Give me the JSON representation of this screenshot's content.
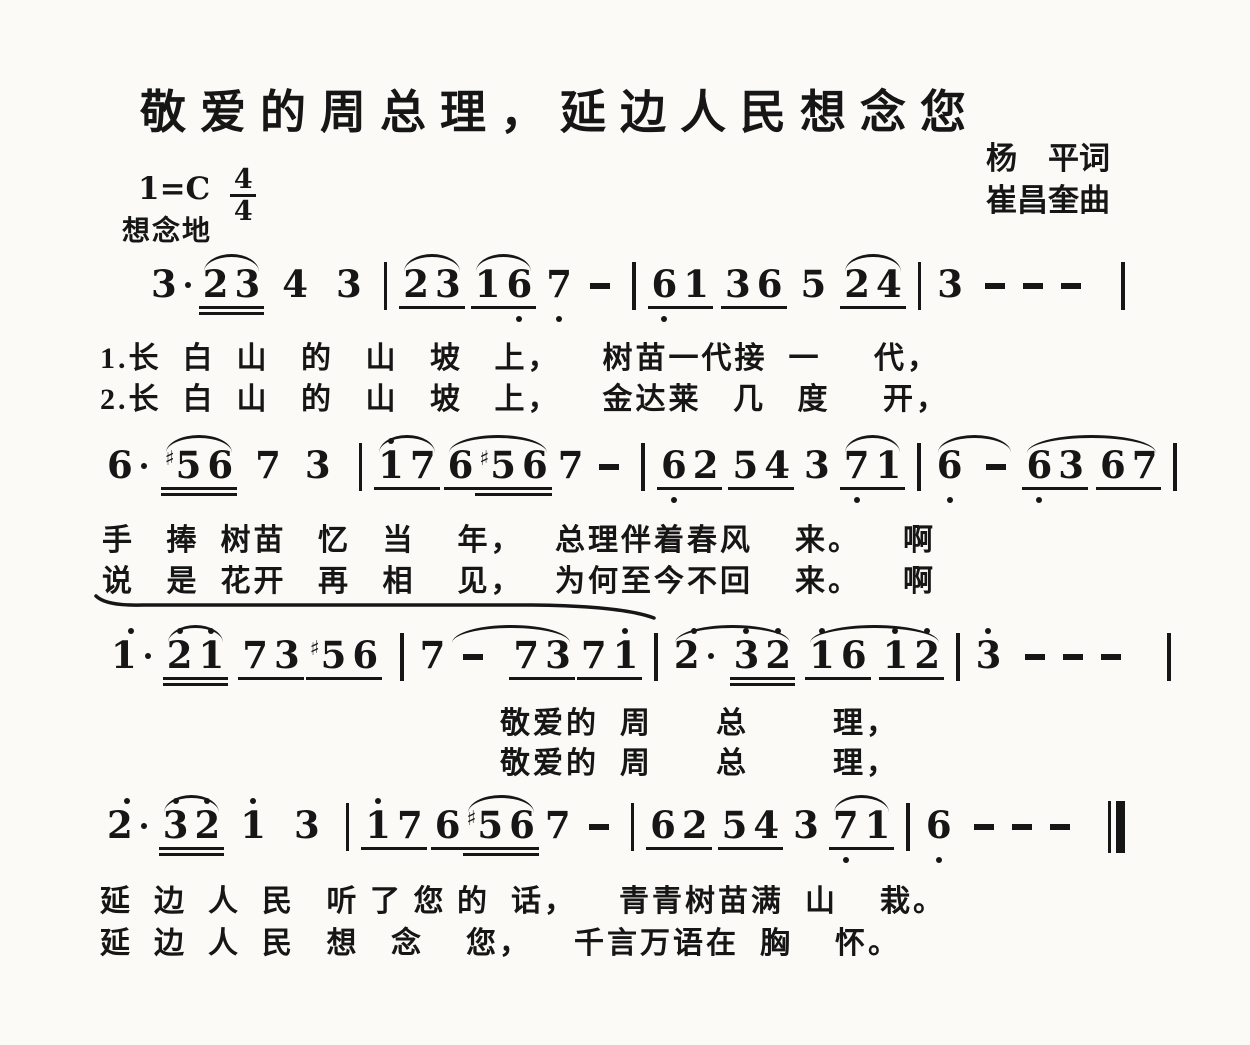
{
  "title": "敬爱的周总理，延边人民想念您",
  "credits": {
    "lyricist": "杨　平词",
    "composer": "崔昌奎曲"
  },
  "key_signature": {
    "tonic": "1=C",
    "meter_top": "4",
    "meter_bottom": "4"
  },
  "expression": "想念地",
  "music_lines": [
    [
      {
        "k": "n",
        "n": "3",
        "aug": 1
      },
      {
        "k": "sp",
        "w": 6
      },
      {
        "k": "s",
        "it": [
          {
            "k": "n",
            "n": "2",
            "u": 2,
            "j": 1
          },
          {
            "k": "n",
            "n": "3",
            "u": 2
          }
        ]
      },
      {
        "k": "sp",
        "w": 16
      },
      {
        "k": "n",
        "n": "4"
      },
      {
        "k": "sp",
        "w": 22
      },
      {
        "k": "n",
        "n": "3"
      },
      {
        "k": "sp",
        "w": 6
      },
      {
        "k": "b"
      },
      {
        "k": "s",
        "it": [
          {
            "k": "n",
            "n": "2",
            "u": 1,
            "j": 1
          },
          {
            "k": "n",
            "n": "3",
            "u": 1
          }
        ]
      },
      {
        "k": "sp",
        "w": 8
      },
      {
        "k": "s",
        "it": [
          {
            "k": "n",
            "n": "1",
            "u": 1,
            "j": 1
          },
          {
            "k": "n",
            "n": "6",
            "u": 1,
            "lo": 1
          }
        ]
      },
      {
        "k": "sp",
        "w": 8
      },
      {
        "k": "n",
        "n": "7",
        "lo": 1
      },
      {
        "k": "sp",
        "w": 6
      },
      {
        "k": "d"
      },
      {
        "k": "b"
      },
      {
        "k": "n",
        "n": "6",
        "u": 1,
        "lo": 1,
        "j": 1
      },
      {
        "k": "n",
        "n": "1",
        "u": 1
      },
      {
        "k": "sp",
        "w": 10
      },
      {
        "k": "n",
        "n": "3",
        "u": 1,
        "j": 1
      },
      {
        "k": "n",
        "n": "6",
        "u": 1
      },
      {
        "k": "sp",
        "w": 12
      },
      {
        "k": "n",
        "n": "5"
      },
      {
        "k": "sp",
        "w": 12
      },
      {
        "k": "s",
        "it": [
          {
            "k": "n",
            "n": "2",
            "u": 1,
            "j": 1
          },
          {
            "k": "n",
            "n": "4",
            "u": 1
          }
        ]
      },
      {
        "k": "b"
      },
      {
        "k": "n",
        "n": "3"
      },
      {
        "k": "sp",
        "w": 10
      },
      {
        "k": "d"
      },
      {
        "k": "d"
      },
      {
        "k": "d"
      },
      {
        "k": "sp",
        "w": 18
      },
      {
        "k": "b"
      }
    ],
    [
      {
        "k": "n",
        "n": "6",
        "aug": 1
      },
      {
        "k": "sp",
        "w": 12
      },
      {
        "k": "s",
        "it": [
          {
            "k": "n",
            "n": "5",
            "sh": 1,
            "u": 2,
            "j": 1
          },
          {
            "k": "n",
            "n": "6",
            "u": 2
          }
        ]
      },
      {
        "k": "sp",
        "w": 16
      },
      {
        "k": "n",
        "n": "7"
      },
      {
        "k": "sp",
        "w": 18
      },
      {
        "k": "n",
        "n": "3"
      },
      {
        "k": "sp",
        "w": 12
      },
      {
        "k": "b"
      },
      {
        "k": "s",
        "it": [
          {
            "k": "n",
            "n": "1",
            "hi": 1,
            "u": 1,
            "j": 1
          },
          {
            "k": "n",
            "n": "7",
            "u": 1
          }
        ]
      },
      {
        "k": "sp",
        "w": 6
      },
      {
        "k": "s",
        "it": [
          {
            "k": "n",
            "n": "6",
            "u": 1,
            "j": 1
          },
          {
            "k": "n",
            "n": "5",
            "sh": 1,
            "u": 2,
            "j": 1
          },
          {
            "k": "n",
            "n": "6",
            "u": 2
          }
        ]
      },
      {
        "k": "sp",
        "w": 4
      },
      {
        "k": "n",
        "n": "7"
      },
      {
        "k": "sp",
        "w": 4
      },
      {
        "k": "d"
      },
      {
        "k": "b"
      },
      {
        "k": "n",
        "n": "6",
        "u": 1,
        "lo": 1,
        "j": 1
      },
      {
        "k": "n",
        "n": "2",
        "u": 1
      },
      {
        "k": "sp",
        "w": 8
      },
      {
        "k": "n",
        "n": "5",
        "u": 1,
        "j": 1
      },
      {
        "k": "n",
        "n": "4",
        "u": 1
      },
      {
        "k": "sp",
        "w": 8
      },
      {
        "k": "n",
        "n": "3"
      },
      {
        "k": "sp",
        "w": 8
      },
      {
        "k": "s",
        "it": [
          {
            "k": "n",
            "n": "7",
            "u": 1,
            "lo": 1,
            "j": 1
          },
          {
            "k": "n",
            "n": "1",
            "u": 1
          }
        ]
      },
      {
        "k": "b"
      },
      {
        "k": "s",
        "it": [
          {
            "k": "n",
            "n": "6",
            "lo": 1
          },
          {
            "k": "sp",
            "w": 12
          },
          {
            "k": "d"
          }
        ]
      },
      {
        "k": "sp",
        "w": 8
      },
      {
        "k": "s",
        "it": [
          {
            "k": "n",
            "n": "6",
            "lo": 1,
            "u": 1,
            "j": 1
          },
          {
            "k": "n",
            "n": "3",
            "u": 1
          },
          {
            "k": "sp",
            "w": 10
          },
          {
            "k": "n",
            "n": "6",
            "u": 1,
            "j": 1
          },
          {
            "k": "n",
            "n": "7",
            "u": 1
          }
        ]
      },
      {
        "k": "b"
      }
    ],
    [
      {
        "k": "n",
        "n": "1",
        "hi": 1,
        "aug": 1
      },
      {
        "k": "sp",
        "w": 10
      },
      {
        "k": "s",
        "it": [
          {
            "k": "n",
            "n": "2",
            "hi": 1,
            "u": 2,
            "j": 1
          },
          {
            "k": "n",
            "n": "1",
            "hi": 1,
            "u": 2
          }
        ]
      },
      {
        "k": "sp",
        "w": 12
      },
      {
        "k": "n",
        "n": "7",
        "u": 1,
        "j": 1
      },
      {
        "k": "n",
        "n": "3",
        "u": 1
      },
      {
        "k": "sp",
        "w": 4
      },
      {
        "k": "n",
        "n": "5",
        "sh": 1,
        "u": 1,
        "j": 1
      },
      {
        "k": "n",
        "n": "6",
        "u": 1
      },
      {
        "k": "sp",
        "w": 6
      },
      {
        "k": "b"
      },
      {
        "k": "n",
        "n": "7"
      },
      {
        "k": "s",
        "it": [
          {
            "k": "sp",
            "w": 6
          },
          {
            "k": "d"
          },
          {
            "k": "sp",
            "w": 18
          },
          {
            "k": "n",
            "n": "7",
            "u": 1,
            "j": 1
          },
          {
            "k": "n",
            "n": "3",
            "u": 1
          }
        ]
      },
      {
        "k": "sp",
        "w": 4
      },
      {
        "k": "n",
        "n": "7",
        "u": 1,
        "j": 1
      },
      {
        "k": "n",
        "n": "1",
        "hi": 1,
        "u": 1
      },
      {
        "k": "b"
      },
      {
        "k": "s",
        "it": [
          {
            "k": "n",
            "n": "2",
            "hi": 1,
            "aug": 1
          },
          {
            "k": "sp",
            "w": 14
          },
          {
            "k": "n",
            "n": "3",
            "hi": 1,
            "u": 2,
            "j": 1
          },
          {
            "k": "n",
            "n": "2",
            "hi": 1,
            "u": 2
          }
        ]
      },
      {
        "k": "sp",
        "w": 12
      },
      {
        "k": "s",
        "it": [
          {
            "k": "n",
            "n": "1",
            "hi": 1,
            "u": 1,
            "j": 1
          },
          {
            "k": "n",
            "n": "6",
            "u": 1
          },
          {
            "k": "sp",
            "w": 10
          },
          {
            "k": "n",
            "n": "1",
            "hi": 1,
            "u": 1,
            "j": 1
          },
          {
            "k": "n",
            "n": "2",
            "hi": 1,
            "u": 1
          }
        ]
      },
      {
        "k": "b"
      },
      {
        "k": "n",
        "n": "3",
        "hi": 1
      },
      {
        "k": "sp",
        "w": 12
      },
      {
        "k": "d"
      },
      {
        "k": "d"
      },
      {
        "k": "d"
      },
      {
        "k": "sp",
        "w": 24
      },
      {
        "k": "b"
      }
    ],
    [
      {
        "k": "n",
        "n": "2",
        "hi": 1,
        "aug": 1
      },
      {
        "k": "sp",
        "w": 10
      },
      {
        "k": "s",
        "it": [
          {
            "k": "n",
            "n": "3",
            "hi": 1,
            "u": 2,
            "j": 1
          },
          {
            "k": "n",
            "n": "2",
            "hi": 1,
            "u": 2
          }
        ]
      },
      {
        "k": "sp",
        "w": 14
      },
      {
        "k": "n",
        "n": "1",
        "hi": 1
      },
      {
        "k": "sp",
        "w": 22
      },
      {
        "k": "n",
        "n": "3"
      },
      {
        "k": "sp",
        "w": 10
      },
      {
        "k": "b"
      },
      {
        "k": "n",
        "n": "1",
        "hi": 1,
        "u": 1,
        "j": 1
      },
      {
        "k": "n",
        "n": "7",
        "u": 1
      },
      {
        "k": "sp",
        "w": 6
      },
      {
        "k": "n",
        "n": "6",
        "u": 1,
        "j": 1
      },
      {
        "k": "s",
        "it": [
          {
            "k": "n",
            "n": "5",
            "sh": 1,
            "u": 2,
            "j": 1
          },
          {
            "k": "n",
            "n": "6",
            "u": 2
          }
        ]
      },
      {
        "k": "sp",
        "w": 4
      },
      {
        "k": "n",
        "n": "7"
      },
      {
        "k": "sp",
        "w": 6
      },
      {
        "k": "d"
      },
      {
        "k": "b"
      },
      {
        "k": "n",
        "n": "6",
        "u": 1,
        "j": 1
      },
      {
        "k": "n",
        "n": "2",
        "u": 1
      },
      {
        "k": "sp",
        "w": 8
      },
      {
        "k": "n",
        "n": "5",
        "u": 1,
        "j": 1
      },
      {
        "k": "n",
        "n": "4",
        "u": 1
      },
      {
        "k": "sp",
        "w": 8
      },
      {
        "k": "n",
        "n": "3"
      },
      {
        "k": "sp",
        "w": 8
      },
      {
        "k": "s",
        "it": [
          {
            "k": "n",
            "n": "7",
            "lo": 1,
            "u": 1,
            "j": 1
          },
          {
            "k": "n",
            "n": "1",
            "u": 1
          }
        ]
      },
      {
        "k": "b"
      },
      {
        "k": "n",
        "n": "6",
        "lo": 1
      },
      {
        "k": "sp",
        "w": 10
      },
      {
        "k": "d"
      },
      {
        "k": "d"
      },
      {
        "k": "d"
      },
      {
        "k": "sp",
        "w": 16
      },
      {
        "k": "fb"
      }
    ]
  ],
  "lyrics": {
    "verse1_line1": "1.长  白  山   的   山   坡   上，    树苗一代接  一     代，",
    "verse2_line1": "2.长  白  山   的   山   坡   上，    金达莱   几   度     开，",
    "verse1_line2": "手   捧  树苗   忆   当    年，   总理伴着春风    来。    啊",
    "verse2_line2": "说   是  花开   再   相    见，   为何至今不回    来。    啊",
    "verse1_line3": "敬爱的  周      总        理，",
    "verse2_line3": "敬爱的  周      总        理，",
    "verse1_line4": "延  边  人  民   听 了 您 的  话，    青青树苗满  山    栽。",
    "verse2_line4": "延  边  人  民   想   念    您，    千言万语在  胸    怀。"
  }
}
